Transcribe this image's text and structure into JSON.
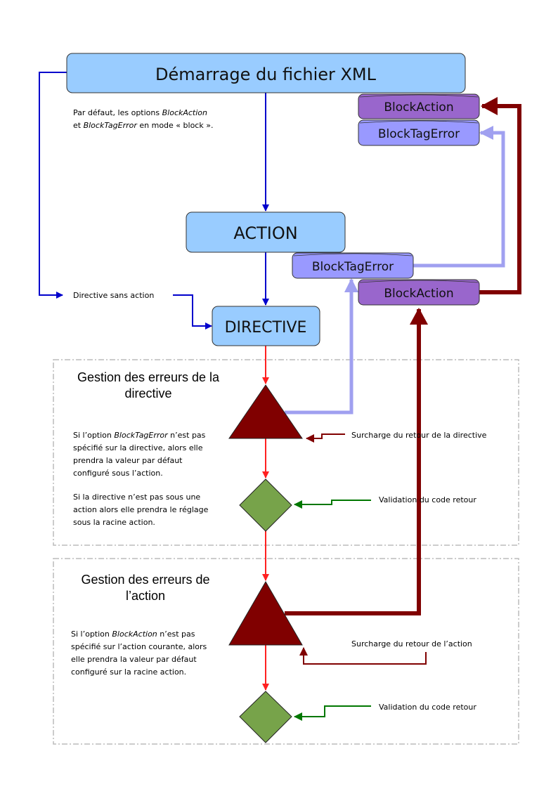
{
  "nodes": {
    "start": "Démarrage du fichier XML",
    "action": "ACTION",
    "directive": "DIRECTIVE",
    "top_block_action": "BlockAction",
    "top_block_tag_error": "BlockTagError",
    "mid_block_tag_error": "BlockTagError",
    "mid_block_action": "BlockAction"
  },
  "notes": {
    "default_line1_prefix": "Par défaut, les options ",
    "default_line1_italic": "BlockAction",
    "default_line2_prefix": "et ",
    "default_line2_italic": "BlockTagError",
    "default_line2_suffix": " en mode « block ».",
    "directive_without_action": "Directive sans action"
  },
  "sections": {
    "directive": {
      "title_line1": "Gestion des erreurs de la",
      "title_line2": "directive",
      "p1_l1_prefix": "Si l’option ",
      "p1_l1_italic": "BlockTagError",
      "p1_l1_suffix": " n’est pas",
      "p1_l2": "spécifié sur la directive, alors elle",
      "p1_l3": "prendra la valeur par défaut",
      "p1_l4": "configuré sous l’action.",
      "p2_l1": "Si la directive n’est pas sous une",
      "p2_l2": "action alors elle prendra le réglage",
      "p2_l3": "sous la racine action.",
      "overload_label": "Surcharge  du retour de la directive",
      "validation_label": "Validation du code retour"
    },
    "action": {
      "title_line1": "Gestion des erreurs de",
      "title_line2": "l’action",
      "p1_l1_prefix": "Si l’option ",
      "p1_l1_italic": "BlockAction",
      "p1_l1_suffix": " n’est pas",
      "p1_l2": "spécifié sur l’action courante, alors",
      "p1_l3": "elle prendra la valeur par défaut",
      "p1_l4": "configuré sur la racine action.",
      "overload_label": "Surcharge  du retour de l’action",
      "validation_label": "Validation du code retour"
    }
  },
  "colors": {
    "process_fill": "#99ccff",
    "block_action_fill": "#9966cc",
    "block_tag_error_fill": "#9999ff",
    "triangle_fill": "#800000",
    "diamond_fill": "#77a34a",
    "flow_red": "#ff2020",
    "flow_blue": "#0000cc",
    "lavender": "#a0a0f0",
    "dark_red": "#800000",
    "green": "#007700",
    "section_border": "#bbbbbb"
  }
}
